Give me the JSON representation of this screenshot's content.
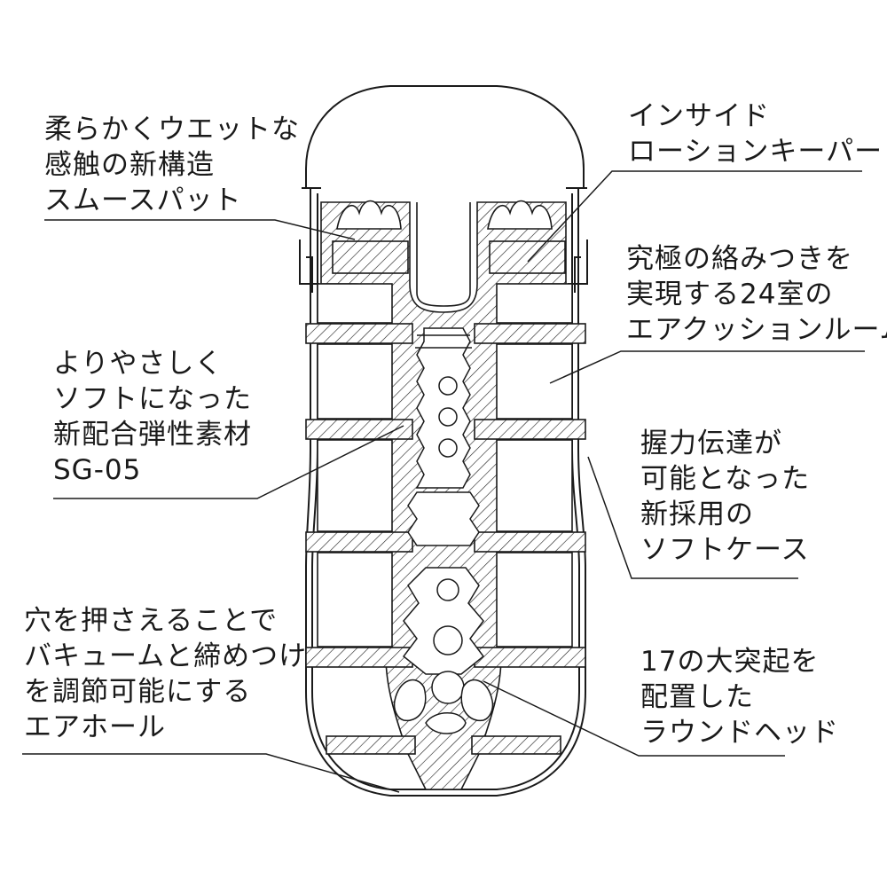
{
  "labels": {
    "smooth_pad": [
      "柔らかくウエットな",
      "感触の新構造",
      "スムースパット"
    ],
    "lotion_keeper": [
      "インサイド",
      "ローションキーパー"
    ],
    "air_cushion": [
      "究極の絡みつきを",
      "実現する24室の",
      "エアクッションルーム"
    ],
    "material": [
      "よりやさしく",
      "ソフトになった",
      "新配合弾性素材",
      "SG-05"
    ],
    "soft_case": [
      "握力伝達が",
      "可能となった",
      "新採用の",
      "ソフトケース"
    ],
    "air_hole": [
      "穴を押さえることで",
      "バキュームと締めつけ",
      "を調節可能にする",
      "エアホール"
    ],
    "round_head": [
      "17の大突起を",
      "配置した",
      "ラウンドヘッド"
    ]
  },
  "colors": {
    "line": "#1a1a1a",
    "background": "#ffffff"
  }
}
